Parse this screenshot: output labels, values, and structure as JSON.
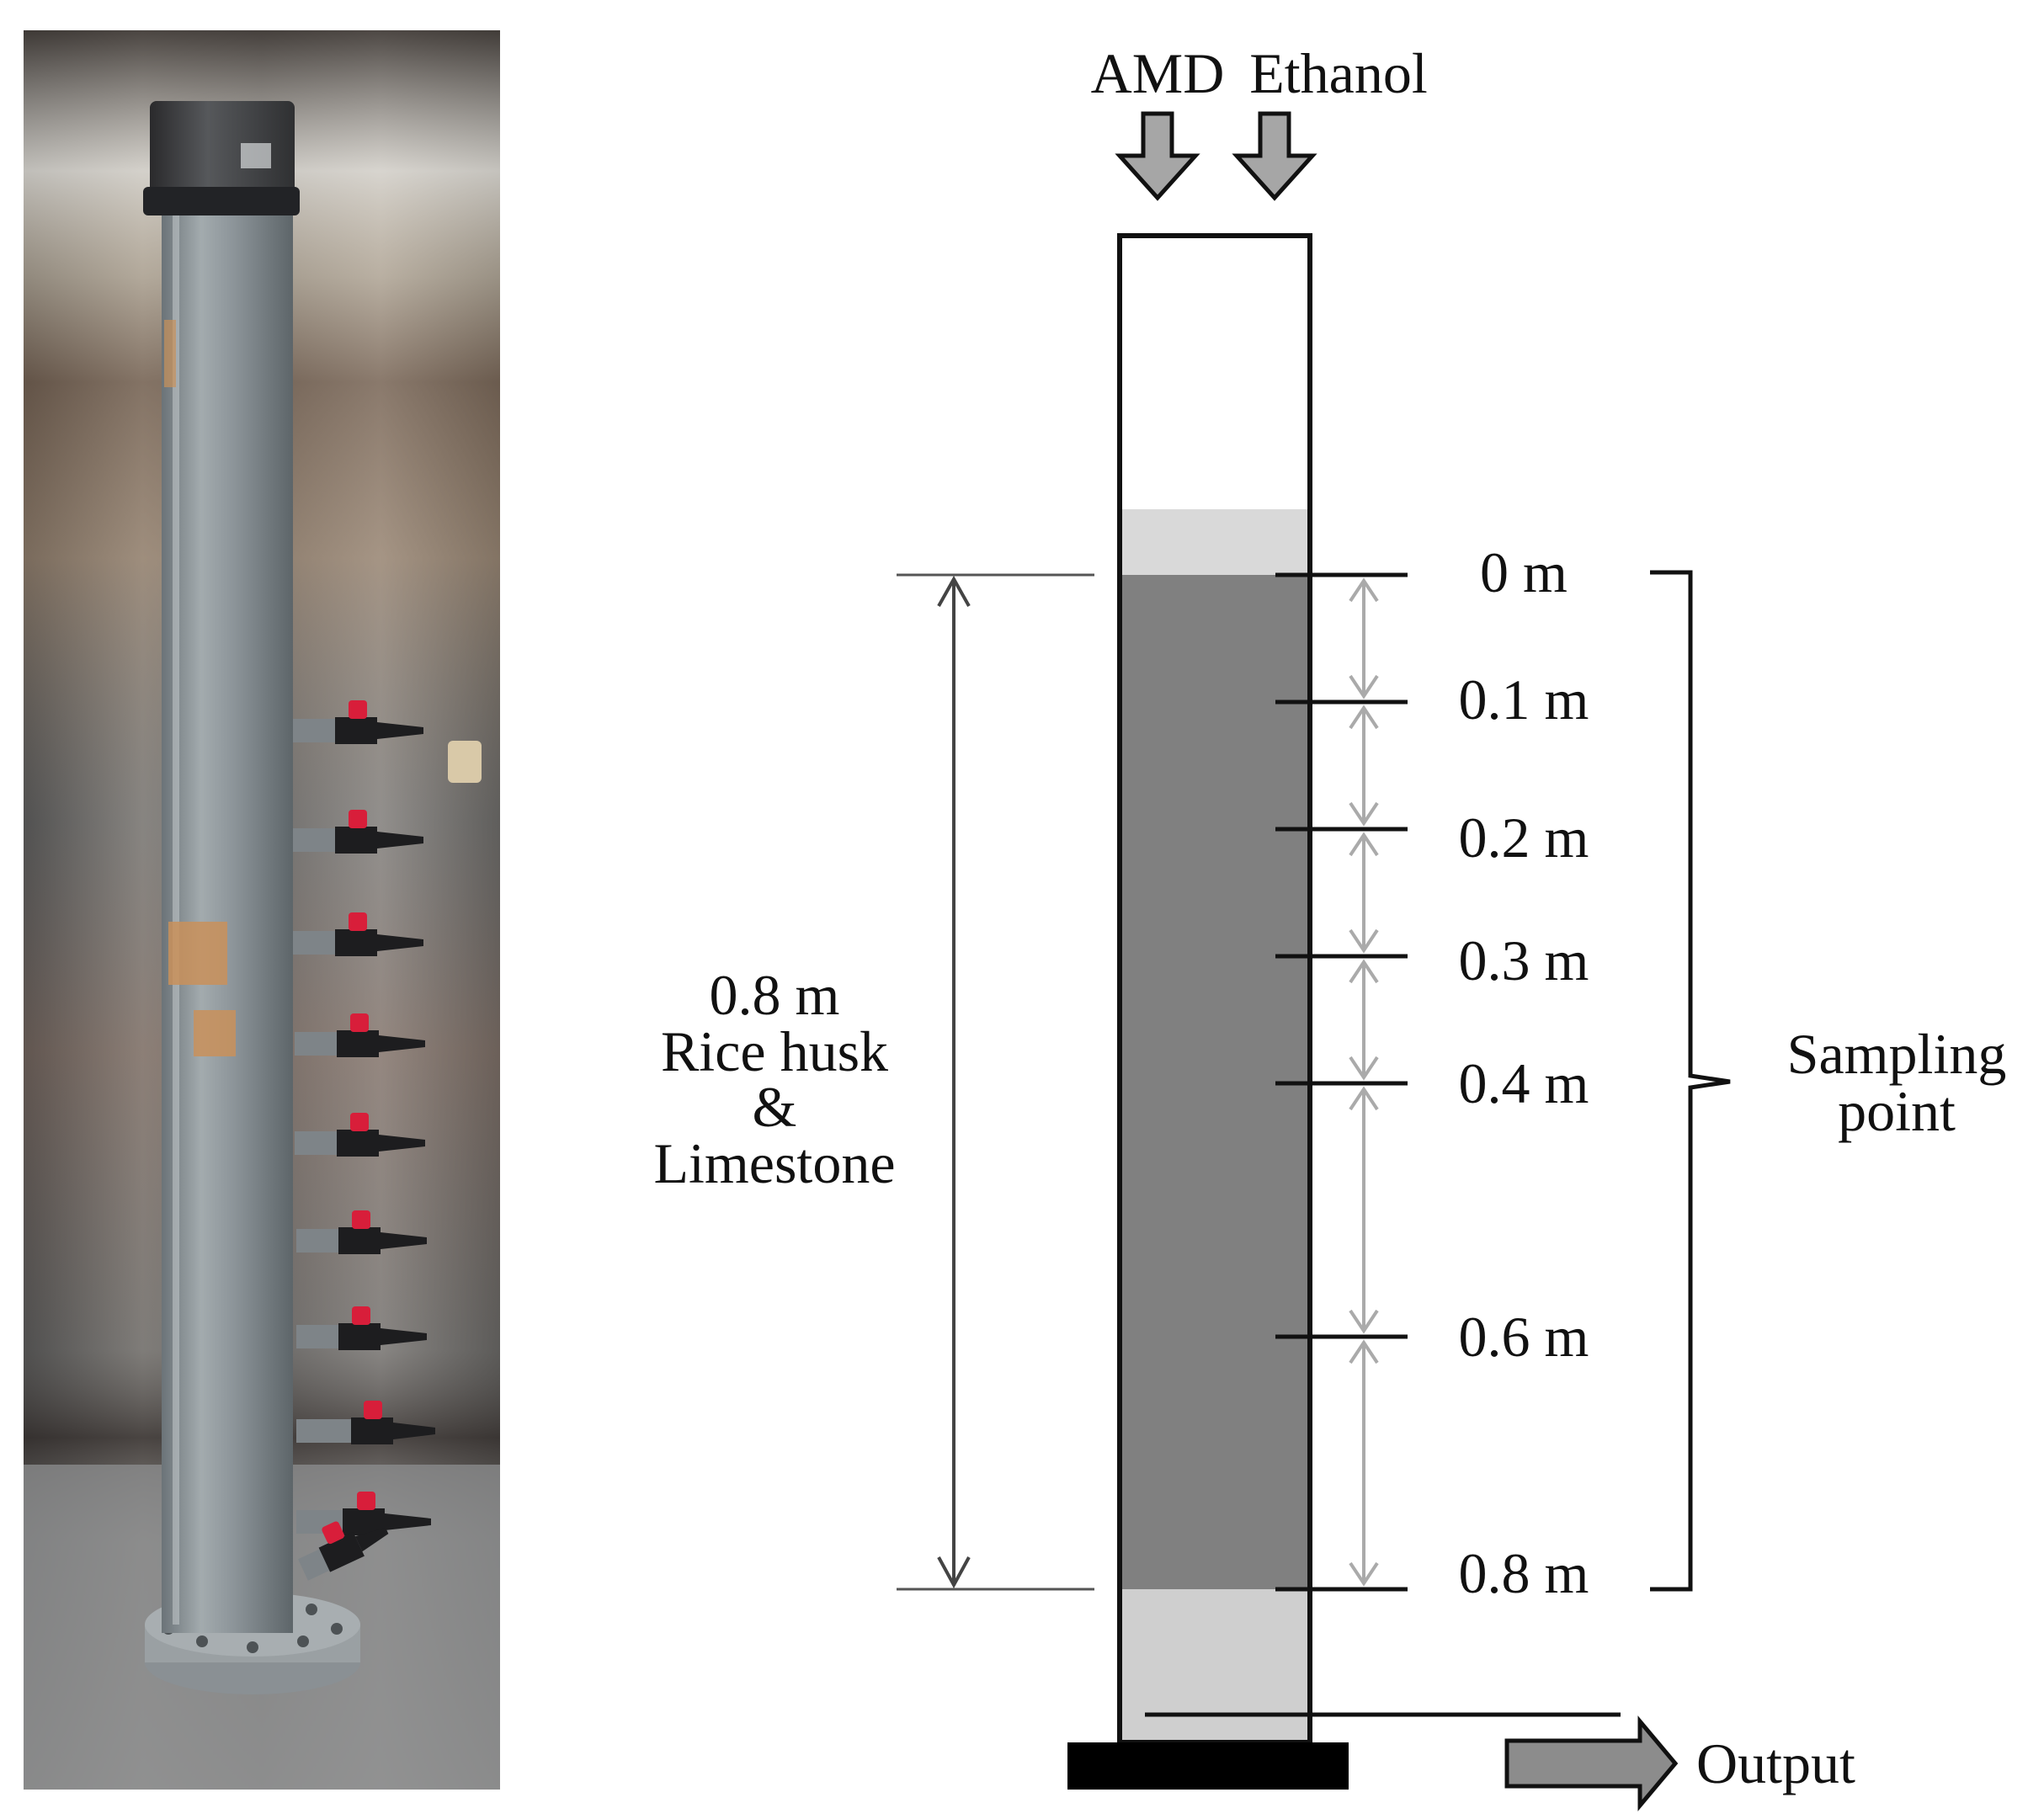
{
  "inputs": {
    "amd_label": "AMD",
    "ethanol_label": "Ethanol"
  },
  "depth_labels": [
    "0 m",
    "0.1 m",
    "0.2 m",
    "0.3 m",
    "0.4 m",
    "0.6 m",
    "0.8 m"
  ],
  "packing": {
    "line1": "0.8 m",
    "line2": "Rice husk",
    "line3": "&",
    "line4": "Limestone"
  },
  "sampling": {
    "line1": "Sampling",
    "line2": "point"
  },
  "output_label": "Output",
  "colors": {
    "packing_fill": "#808080",
    "gravel_fill": "#cfcfcf",
    "top_layer_fill": "#d9d9d9",
    "input_arrow_fill": "#a6a6a6",
    "output_arrow_fill": "#8c8c8c",
    "measure_line": "#555555",
    "interval_arrow": "#aaaaaa",
    "base_plate": "#000000"
  }
}
